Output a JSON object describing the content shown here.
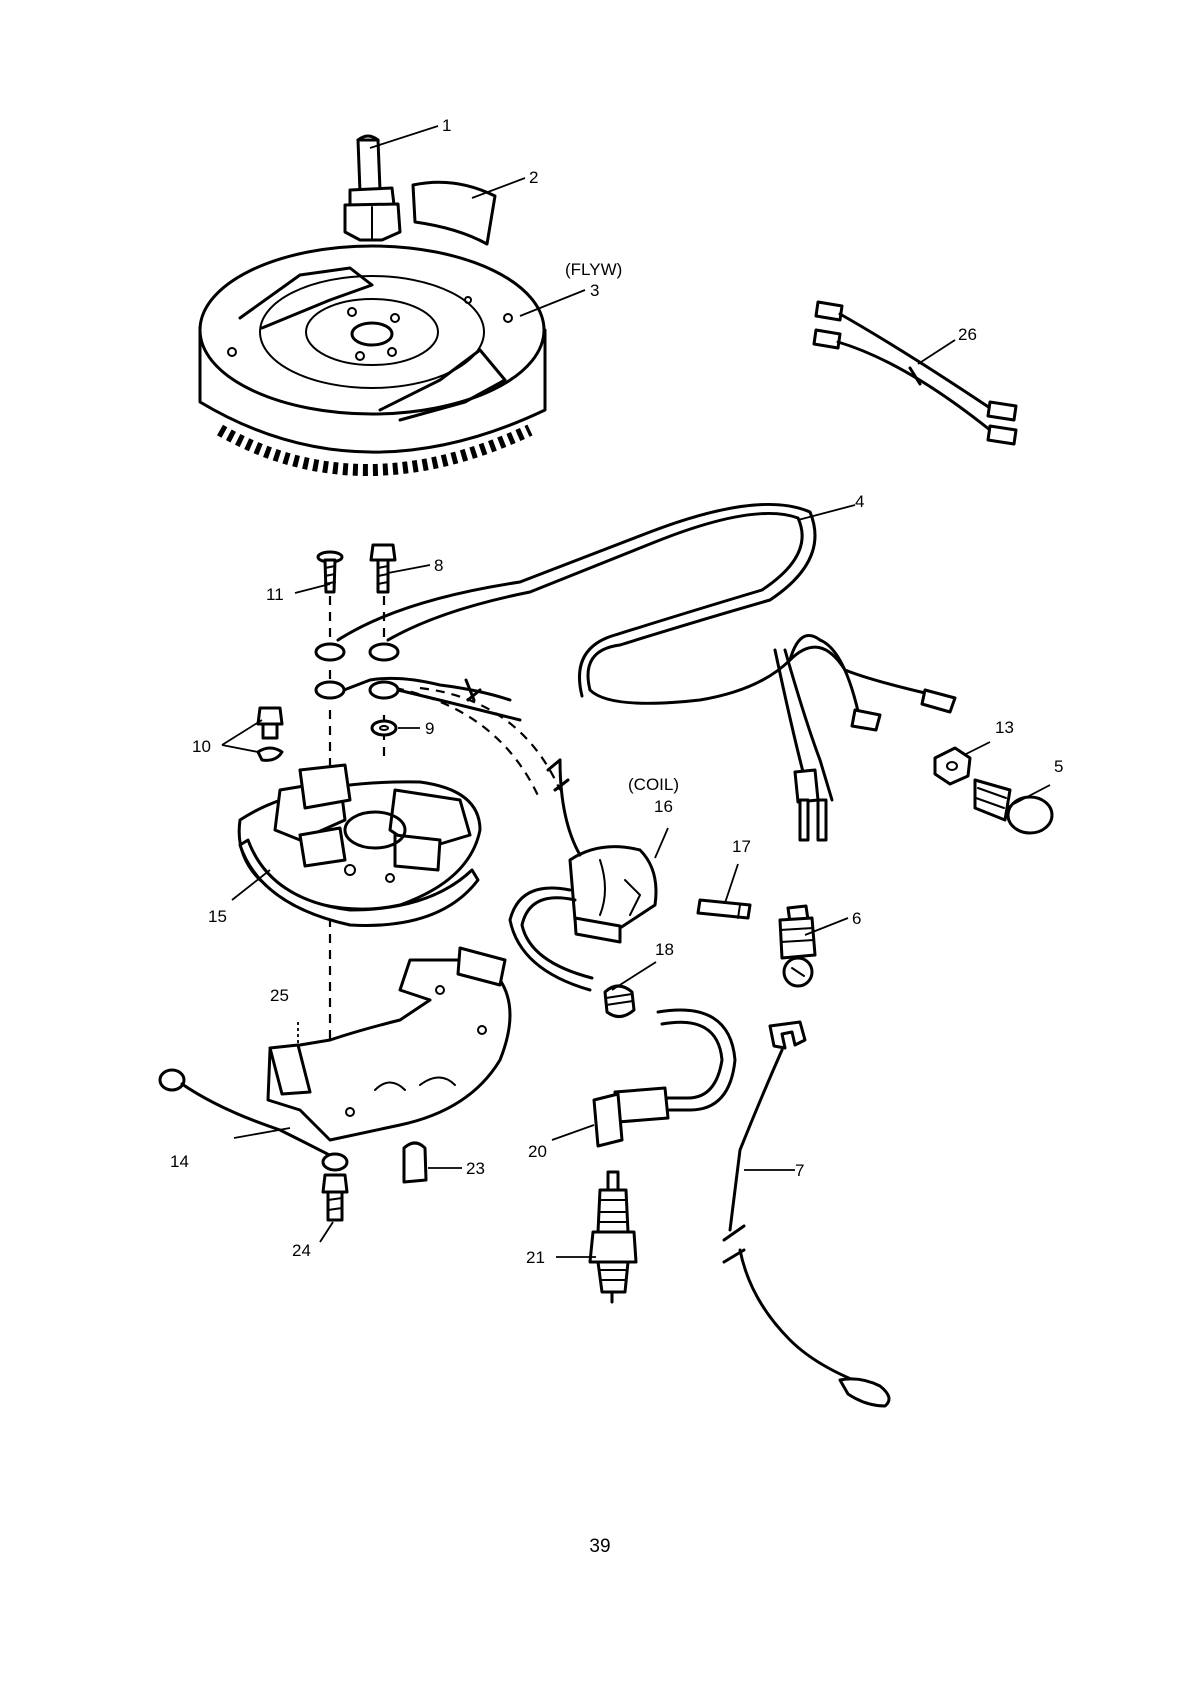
{
  "labels": {
    "p1": "1",
    "p2": "2",
    "p3": "3",
    "flyw": "(FLYW)",
    "p4": "4",
    "p5": "5",
    "p6": "6",
    "p7": "7",
    "p8": "8",
    "p9": "9",
    "p10": "10",
    "p11": "11",
    "p13": "13",
    "p14": "14",
    "p15": "15",
    "p16": "16",
    "coil": "(COIL)",
    "p17": "17",
    "p18": "18",
    "p20": "20",
    "p21": "21",
    "p23": "23",
    "p24": "24",
    "p25": "25",
    "p26": "26"
  },
  "page_number": "39"
}
